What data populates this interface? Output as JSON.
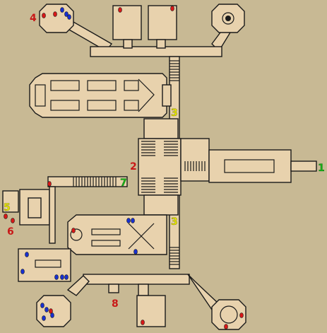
{
  "colors": {
    "background": "#c8b994",
    "floor": "#e8d2ad",
    "wall": "#1a1a1a",
    "red_marker": "#d81818",
    "blue_marker": "#1830d0",
    "label_red": "#c81818",
    "label_yellow": "#e8e800",
    "label_green": "#18b018"
  },
  "markers": {
    "m1": "1",
    "m2": "2",
    "m3a": "3",
    "m3b": "3",
    "m4": "4",
    "m5": "5",
    "m6": "6",
    "m7": "7",
    "m8": "8"
  }
}
